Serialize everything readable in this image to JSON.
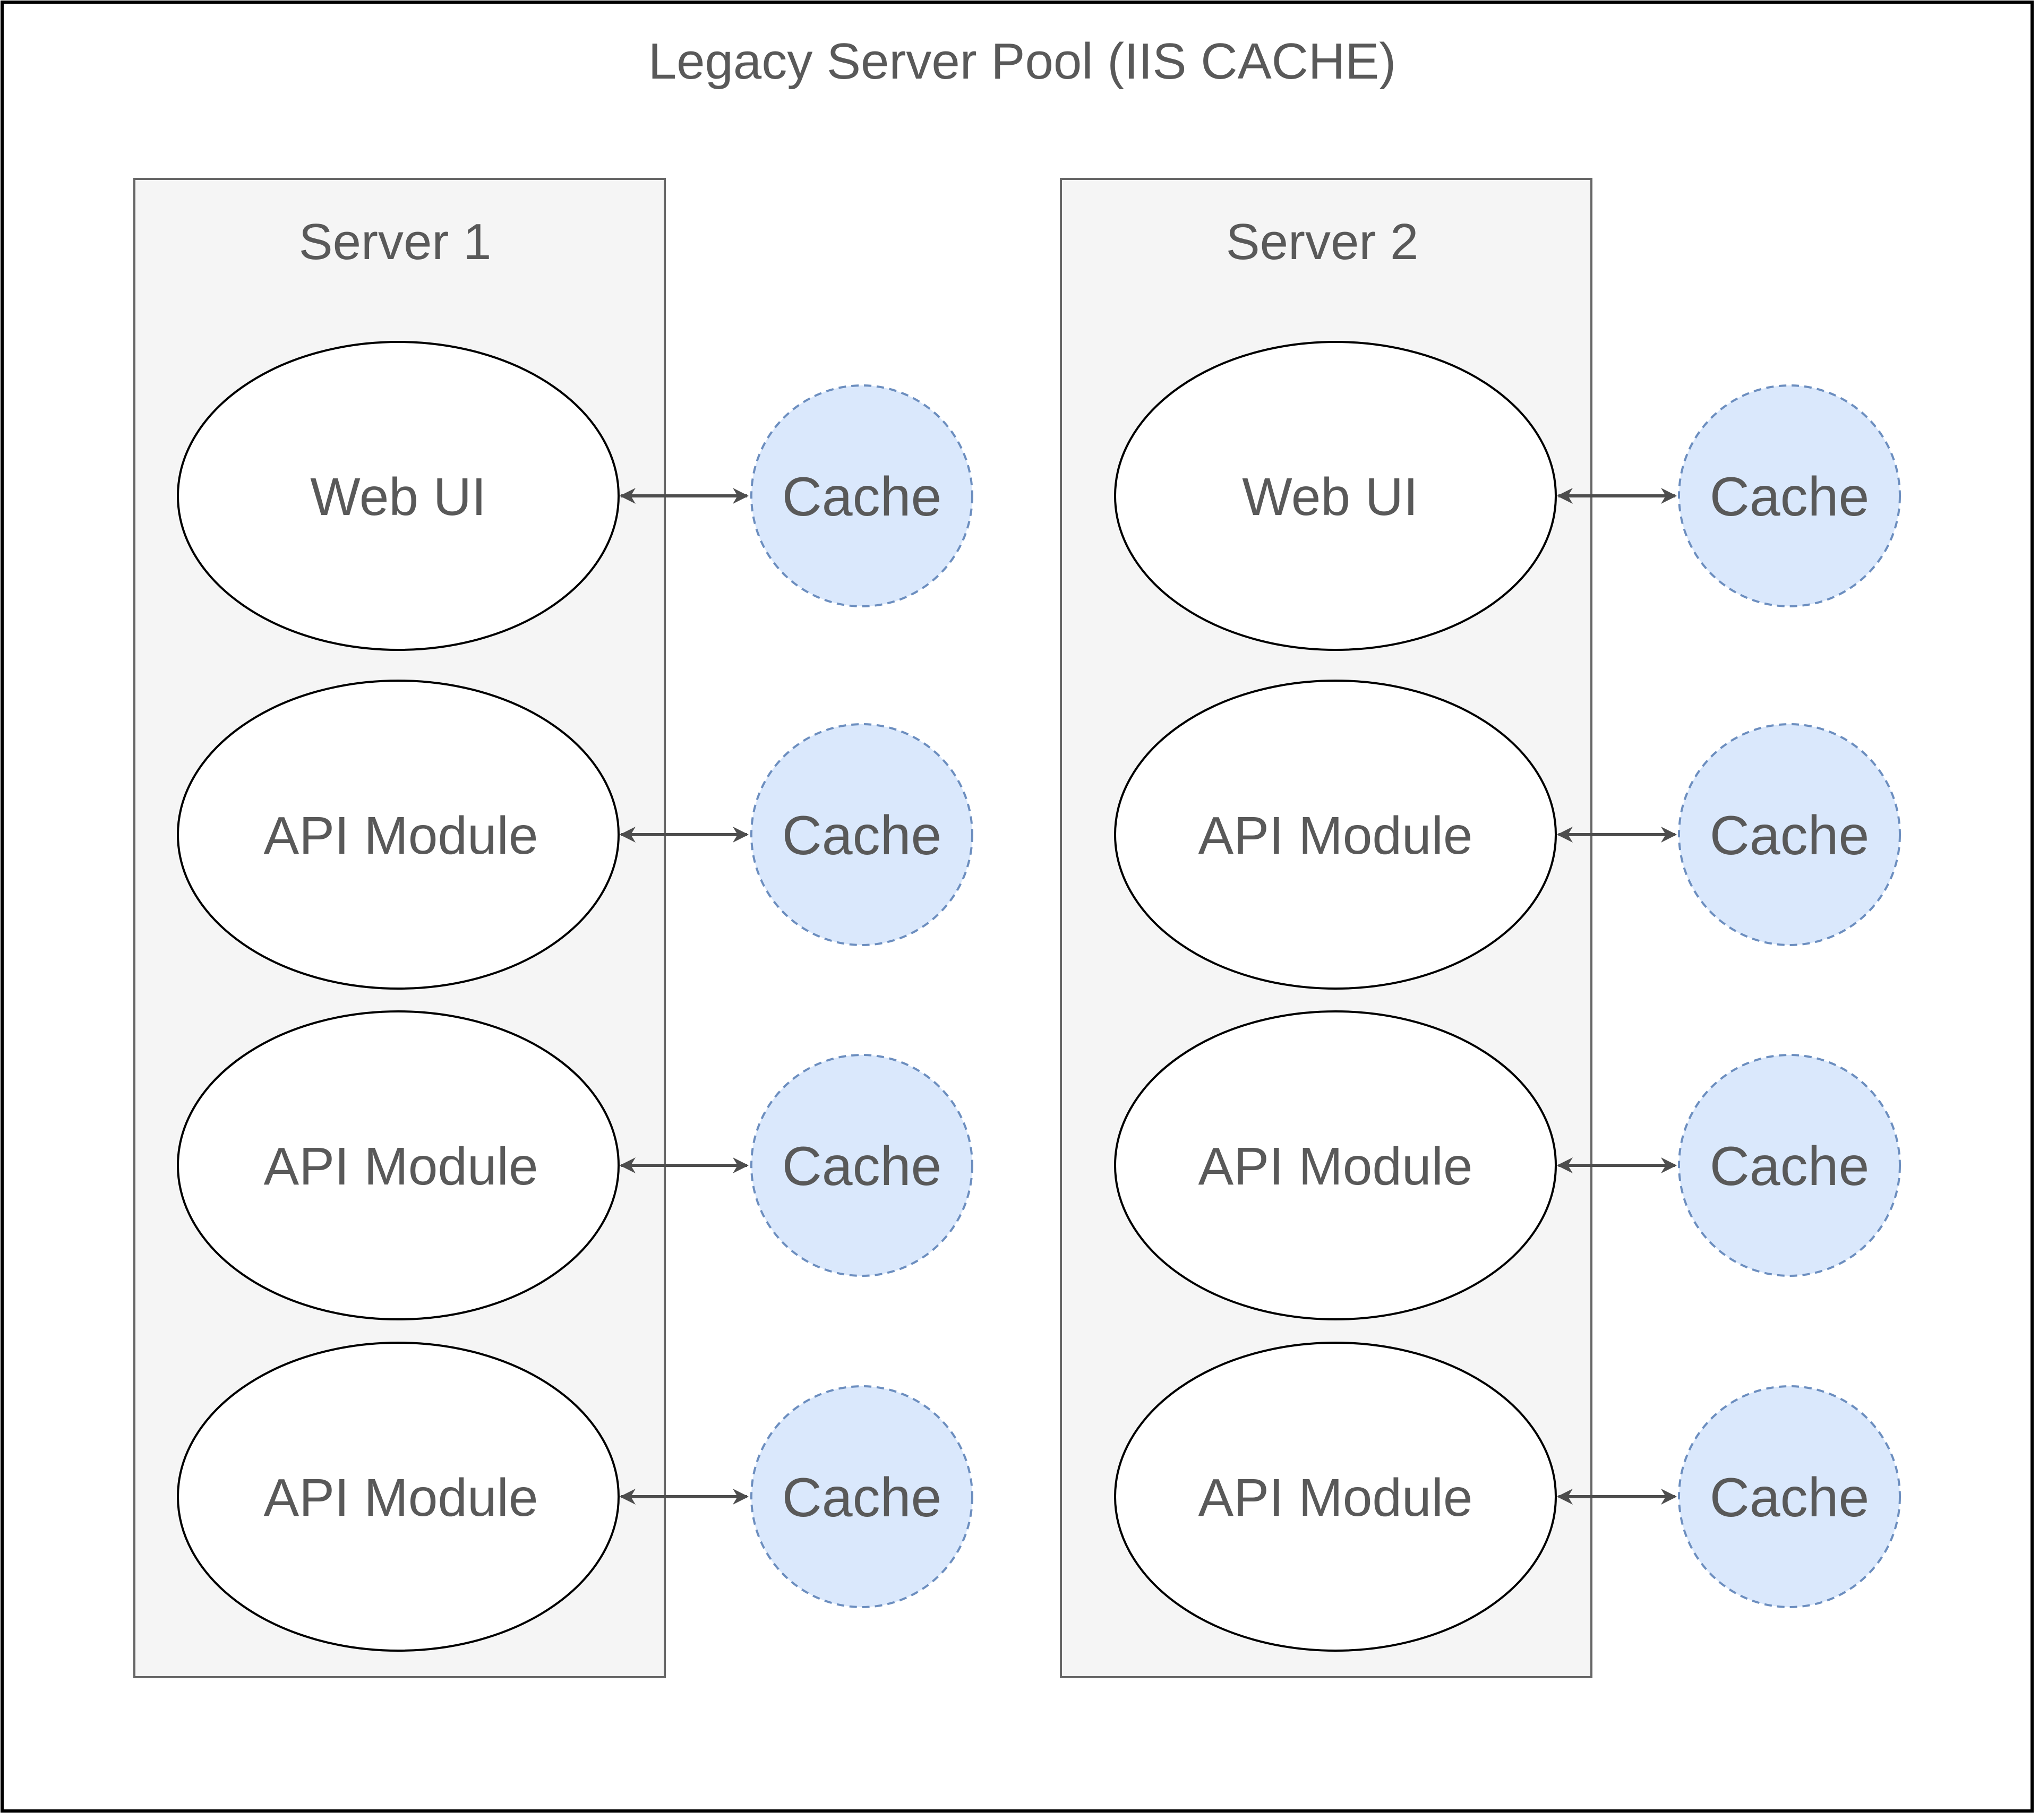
{
  "pool": {
    "title": "Legacy Server Pool (IIS CACHE)"
  },
  "servers": [
    {
      "title": "Server 1",
      "modules": [
        {
          "label": "Web UI",
          "cache": "Cache"
        },
        {
          "label": "API Module",
          "cache": "Cache"
        },
        {
          "label": "API Module",
          "cache": "Cache"
        },
        {
          "label": "API Module",
          "cache": "Cache"
        }
      ]
    },
    {
      "title": "Server 2",
      "modules": [
        {
          "label": "Web UI",
          "cache": "Cache"
        },
        {
          "label": "API Module",
          "cache": "Cache"
        },
        {
          "label": "API Module",
          "cache": "Cache"
        },
        {
          "label": "API Module",
          "cache": "Cache"
        }
      ]
    }
  ],
  "colors": {
    "pool_border": "#000000",
    "server_fill": "#f5f5f5",
    "server_border": "#666666",
    "module_fill": "#ffffff",
    "module_border": "#000000",
    "cache_fill": "#dae8fc",
    "cache_border": "#6c8ebf",
    "connector": "#4d4d4d",
    "text": "#595959"
  }
}
